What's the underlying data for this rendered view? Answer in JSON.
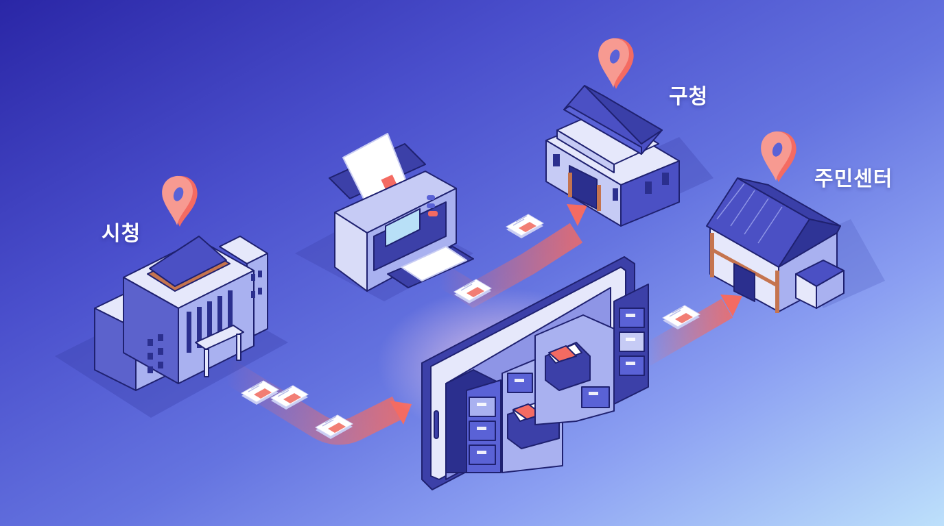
{
  "labels": {
    "city_hall": "시청",
    "district_office": "구청",
    "community_center": "주민센터"
  },
  "colors": {
    "bg_top_left": "#2a26a6",
    "bg_center": "#6574e0",
    "bg_bottom_right": "#bde0fb",
    "building_face_light": "#e6e8fb",
    "building_face_mid": "#a9b1f0",
    "building_face_dark": "#4a4fb8",
    "roof": "#4b50c4",
    "outline": "#1f2170",
    "accent_red": "#f46b62",
    "accent_pin": "#f5837a",
    "wood": "#c5744f"
  },
  "scene": {
    "nodes": [
      {
        "id": "city_hall",
        "label": "시청",
        "icon": "map-pin-icon"
      },
      {
        "id": "scanner",
        "icon": "scanner-icon"
      },
      {
        "id": "district_office",
        "label": "구청",
        "icon": "map-pin-icon"
      },
      {
        "id": "community_center",
        "label": "주민센터",
        "icon": "map-pin-icon"
      },
      {
        "id": "digital_archive",
        "icon": "filing-cabinet-icon"
      }
    ],
    "flows": [
      {
        "from": "city_hall",
        "to": "digital_archive",
        "documents": 3
      },
      {
        "from": "scanner",
        "to": "district_office",
        "documents": 2
      },
      {
        "from": "digital_archive",
        "to": "community_center",
        "documents": 1
      }
    ]
  }
}
